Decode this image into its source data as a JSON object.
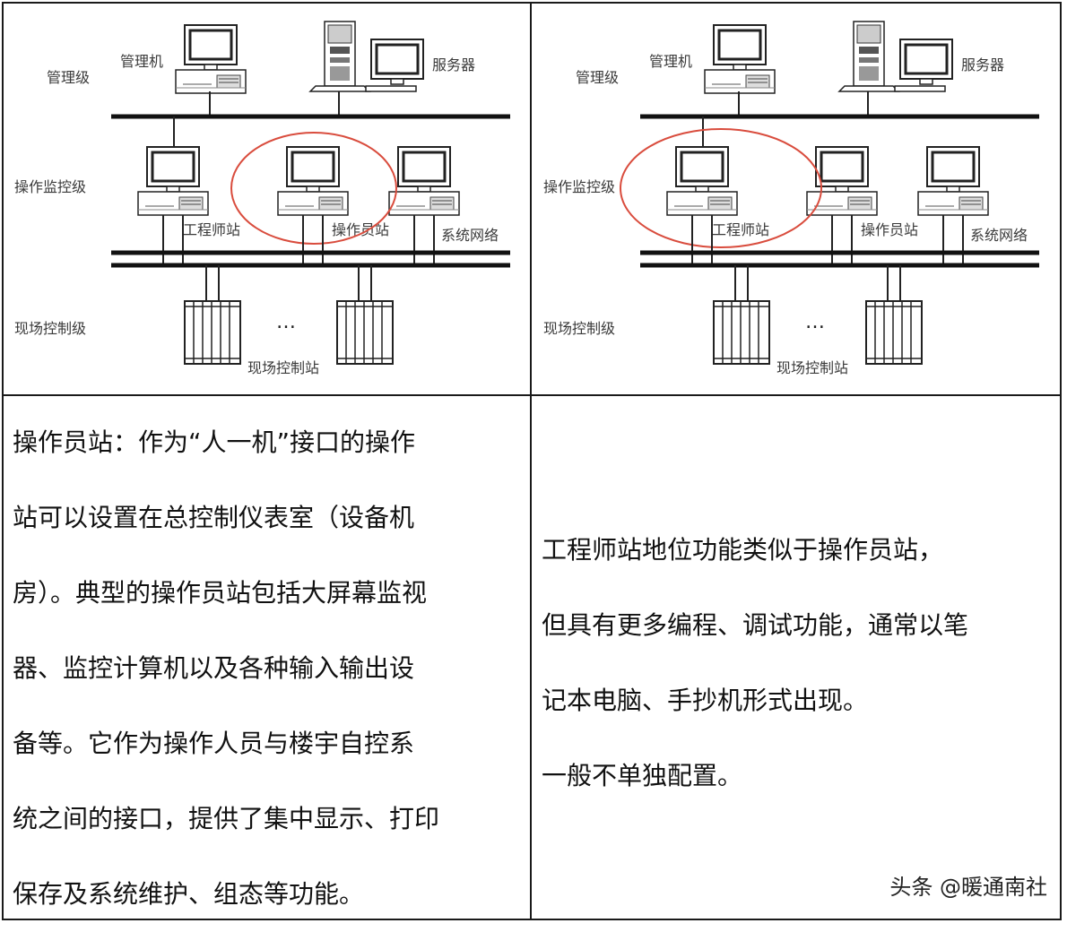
{
  "diagram": {
    "level_management": "管理级",
    "level_operation": "操作监控级",
    "level_field": "现场控制级",
    "management_pc": "管理机",
    "server": "服务器",
    "engineer_station": "工程师站",
    "operator_station": "操作员站",
    "system_network": "系统网络",
    "field_control_station": "现场控制站",
    "ellipsis": "…"
  },
  "highlight_color": "#d94c3d",
  "left_text": [
    "操作员站：作为“人一机”接口的操作",
    "站可以设置在总控制仪表室（设备机",
    "房）。典型的操作员站包括大屏幕监视",
    "器、监控计算机以及各种输入输出设",
    "备等。它作为操作人员与楼宇自控系",
    "统之间的接口，提供了集中显示、打印",
    "保存及系统维护、组态等功能。"
  ],
  "right_text": [
    "工程师站地位功能类似于操作员站，",
    "但具有更多编程、调试功能，通常以笔",
    "记本电脑、手抄机形式出现。",
    "一般不单独配置。"
  ],
  "watermark": "头条 @暖通南社"
}
